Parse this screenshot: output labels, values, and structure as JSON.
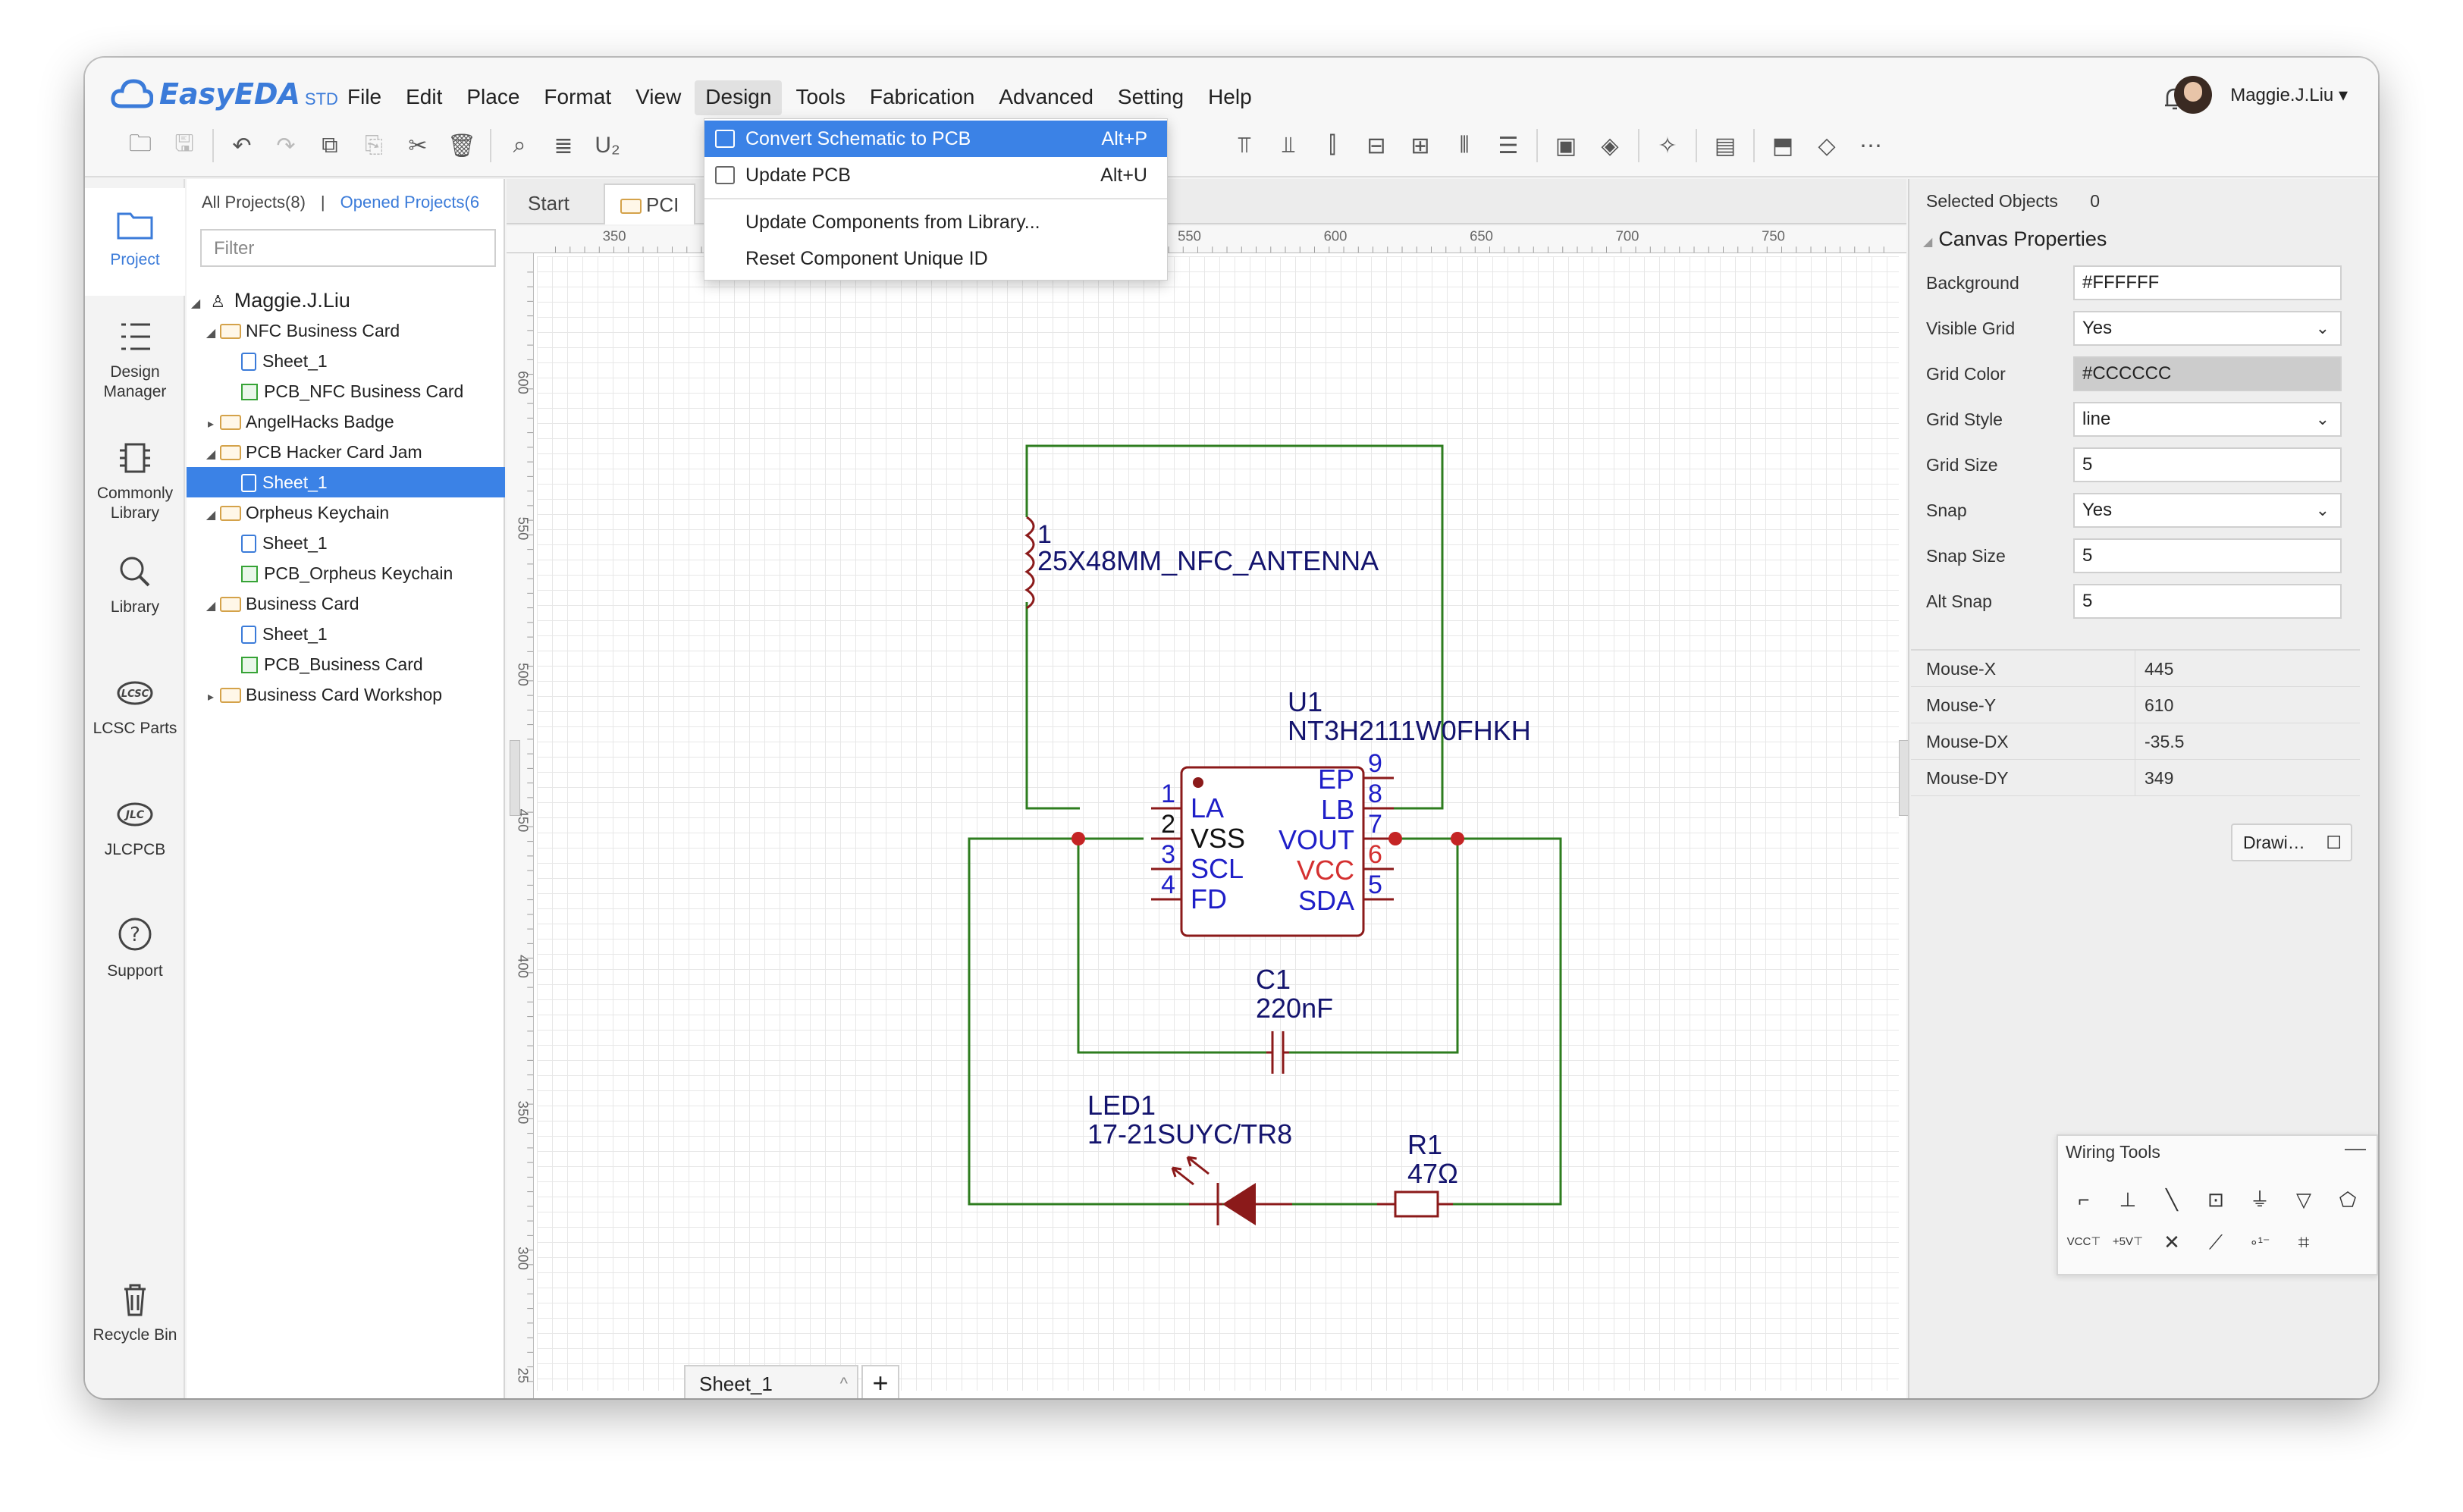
{
  "app": {
    "logo": "EasyEDA",
    "edition": "STD"
  },
  "menu": [
    "File",
    "Edit",
    "Place",
    "Format",
    "View",
    "Design",
    "Tools",
    "Fabrication",
    "Advanced",
    "Setting",
    "Help"
  ],
  "user": {
    "name": "Maggie.J.Liu ▾"
  },
  "leftnav": [
    {
      "label": "Project"
    },
    {
      "label": "Design Manager"
    },
    {
      "label": "Commonly Library"
    },
    {
      "label": "Library"
    },
    {
      "label": "LCSC Parts"
    },
    {
      "label": "JLCPCB"
    },
    {
      "label": "Support"
    },
    {
      "label": "Recycle Bin"
    }
  ],
  "projects": {
    "tab_all": "All Projects(8)",
    "separator": "|",
    "tab_opened": "Opened Projects(6",
    "filter_placeholder": "Filter",
    "root": "Maggie.J.Liu",
    "items": [
      {
        "label": "NFC Business Card"
      },
      {
        "label": "Sheet_1"
      },
      {
        "label": "PCB_NFC Business Card"
      },
      {
        "label": "AngelHacks Badge"
      },
      {
        "label": "PCB Hacker Card Jam"
      },
      {
        "label": "Sheet_1"
      },
      {
        "label": "Orpheus Keychain"
      },
      {
        "label": "Sheet_1"
      },
      {
        "label": "PCB_Orpheus Keychain"
      },
      {
        "label": "Business Card"
      },
      {
        "label": "Sheet_1"
      },
      {
        "label": "PCB_Business Card"
      },
      {
        "label": "Business Card Workshop"
      }
    ]
  },
  "doc_tabs": {
    "start": "Start",
    "pcb": "PCI"
  },
  "design_menu": {
    "convert": "Convert Schematic to PCB",
    "convert_key": "Alt+P",
    "update": "Update PCB",
    "update_key": "Alt+U",
    "update_components": "Update Components from Library...",
    "reset_id": "Reset Component Unique ID"
  },
  "rulers": {
    "h": [
      "350",
      "550",
      "600",
      "650",
      "700",
      "750"
    ],
    "v": [
      "600",
      "550",
      "500",
      "450",
      "400",
      "350",
      "300",
      "25"
    ]
  },
  "schematic": {
    "antenna_pin": "1",
    "antenna_name": "25X48MM_NFC_ANTENNA",
    "u1_ref": "U1",
    "u1_part": "NT3H2111W0FHKH",
    "pins_left": [
      {
        "num": "1",
        "name": "LA"
      },
      {
        "num": "2",
        "name": "VSS"
      },
      {
        "num": "3",
        "name": "SCL"
      },
      {
        "num": "4",
        "name": "FD"
      }
    ],
    "pins_right": [
      {
        "num": "9",
        "name": "EP"
      },
      {
        "num": "8",
        "name": "LB"
      },
      {
        "num": "7",
        "name": "VOUT"
      },
      {
        "num": "6",
        "name": "VCC"
      },
      {
        "num": "5",
        "name": "SDA"
      }
    ],
    "c1_ref": "C1",
    "c1_value": "220nF",
    "led_ref": "LED1",
    "led_part": "17-21SUYC/TR8",
    "r1_ref": "R1",
    "r1_value": "47Ω"
  },
  "sheet_tab": "Sheet_1",
  "properties": {
    "selected_label": "Selected Objects",
    "selected_count": "0",
    "section": "Canvas Properties",
    "rows": [
      {
        "label": "Background",
        "value": "#FFFFFF"
      },
      {
        "label": "Visible Grid",
        "value": "Yes"
      },
      {
        "label": "Grid Color",
        "value": "#CCCCCC"
      },
      {
        "label": "Grid Style",
        "value": "line"
      },
      {
        "label": "Grid Size",
        "value": "5"
      },
      {
        "label": "Snap",
        "value": "Yes"
      },
      {
        "label": "Snap Size",
        "value": "5"
      },
      {
        "label": "Alt Snap",
        "value": "5"
      }
    ]
  },
  "mouse": [
    {
      "k": "Mouse-X",
      "v": "445"
    },
    {
      "k": "Mouse-Y",
      "v": "610"
    },
    {
      "k": "Mouse-DX",
      "v": "-35.5"
    },
    {
      "k": "Mouse-DY",
      "v": "349"
    }
  ],
  "drawing_button": "Drawi…",
  "wiring_tools": {
    "title": "Wiring Tools",
    "minimize": "—"
  },
  "colors": {
    "accent": "#3b82e6",
    "wire": "#2e7d1f",
    "part": "#8b1a1a",
    "pin_name_blue": "#1f1fc8",
    "label_navy": "#14146e",
    "junction": "#c42424"
  }
}
